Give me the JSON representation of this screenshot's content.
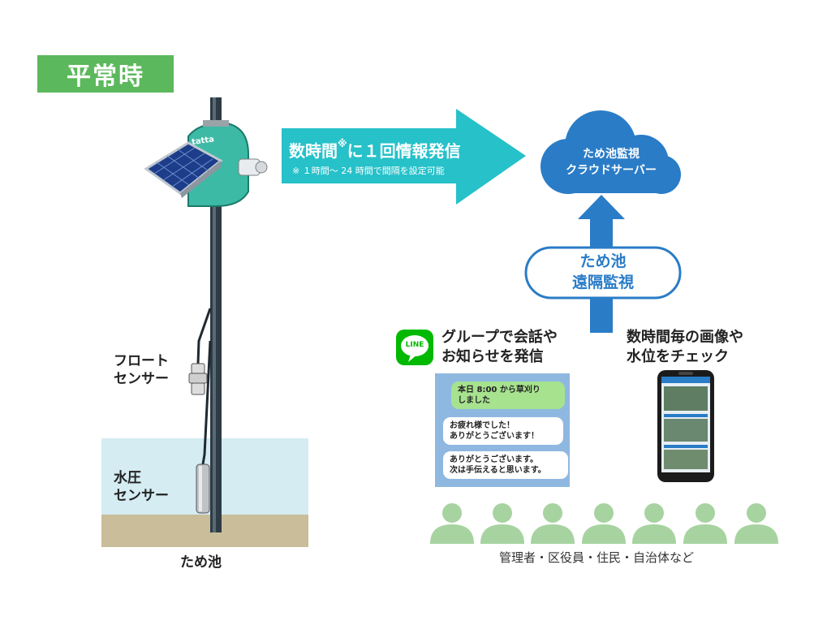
{
  "mode_label": "平常時",
  "device": {
    "brand": "tatta",
    "float_sensor_label": [
      "フロート",
      "センサー"
    ],
    "pressure_sensor_label": [
      "水圧",
      "センサー"
    ],
    "pond_label": "ため池"
  },
  "transmit_arrow": {
    "title_main": "数時間",
    "title_note_mark": "※",
    "title_rest": "に１回情報発信",
    "subtitle": "※ １時間〜 24 時間で間隔を設定可能"
  },
  "cloud": {
    "line1": "ため池監視",
    "line2": "クラウドサーバー"
  },
  "remote_monitor": {
    "line1": "ため池",
    "line2": "遠隔監視"
  },
  "line_section": {
    "icon_text": "LINE",
    "caption": [
      "グループで会話や",
      "お知らせを発信"
    ],
    "messages": [
      {
        "text": [
          "本日 8:00 から草刈り",
          "しました"
        ],
        "style": "sent"
      },
      {
        "text": [
          "お疲れ様でした！",
          "ありがとうございます！"
        ],
        "style": "received"
      },
      {
        "text": [
          "ありがとうございます。",
          "次は手伝えると思います。"
        ],
        "style": "received"
      }
    ]
  },
  "phone_section": {
    "caption": [
      "数時間毎の画像や",
      "水位をチェック"
    ]
  },
  "people": {
    "count": 7,
    "caption": "管理者・区役員・住民・自治体など"
  },
  "colors": {
    "green": "#5cb85c",
    "person_green": "#a7d3a0",
    "teal_arrow": "#26c1c9",
    "blue": "#2a7cc7",
    "water": "#d4ecf2",
    "soil": "#c9bd9a",
    "chat_bg": "#8fb8e0",
    "line_green": "#00b900"
  }
}
